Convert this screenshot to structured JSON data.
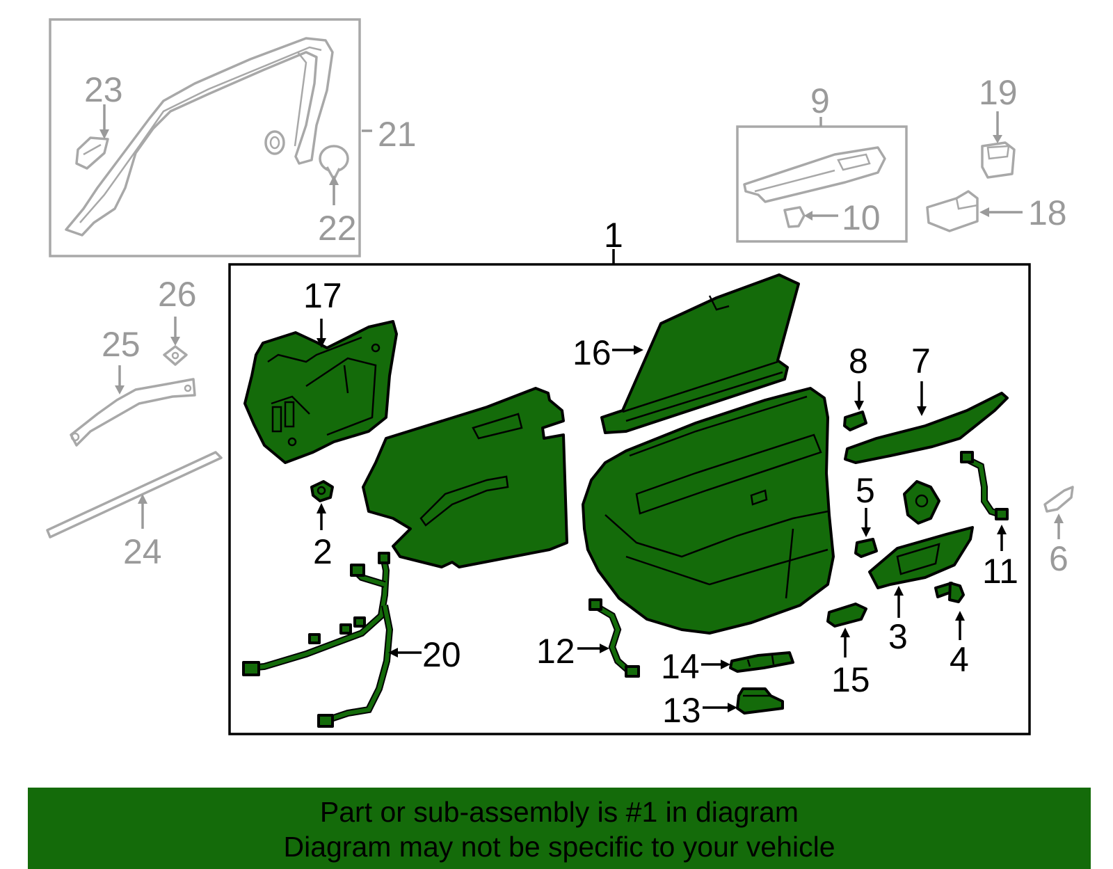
{
  "callouts": {
    "c1": "1",
    "c2": "2",
    "c3": "3",
    "c4": "4",
    "c5": "5",
    "c6": "6",
    "c7": "7",
    "c8": "8",
    "c9": "9",
    "c10": "10",
    "c11": "11",
    "c12": "12",
    "c13": "13",
    "c14": "14",
    "c15": "15",
    "c16": "16",
    "c17": "17",
    "c18": "18",
    "c19": "19",
    "c20": "20",
    "c21": "21",
    "c22": "22",
    "c23": "23",
    "c24": "24",
    "c25": "25",
    "c26": "26"
  },
  "banner": {
    "line1": "Part or sub-assembly is #1 in diagram",
    "line2": "Diagram may not be specific to your vehicle"
  },
  "colors": {
    "highlight": "#146b0a",
    "outline": "#000000",
    "ghost": "#a8a8a8",
    "background": "#ffffff"
  }
}
